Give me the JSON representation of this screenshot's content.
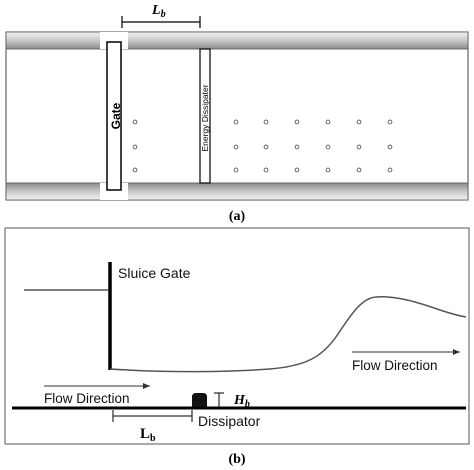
{
  "panel_a": {
    "dimension_label_base": "L",
    "dimension_label_sub": "b",
    "gate_label": "Gate",
    "dissipater_label": "Energy Dissipater",
    "caption": "(a)"
  },
  "panel_b": {
    "sluice_gate_label": "Sluice Gate",
    "flow_direction_upstream": "Flow Direction",
    "flow_direction_downstream": "Flow Direction",
    "dissipator_label": "Dissipator",
    "height_label_base": "H",
    "height_label_sub": "b",
    "length_label_base": "L",
    "length_label_sub": "b",
    "caption": "(b)"
  }
}
